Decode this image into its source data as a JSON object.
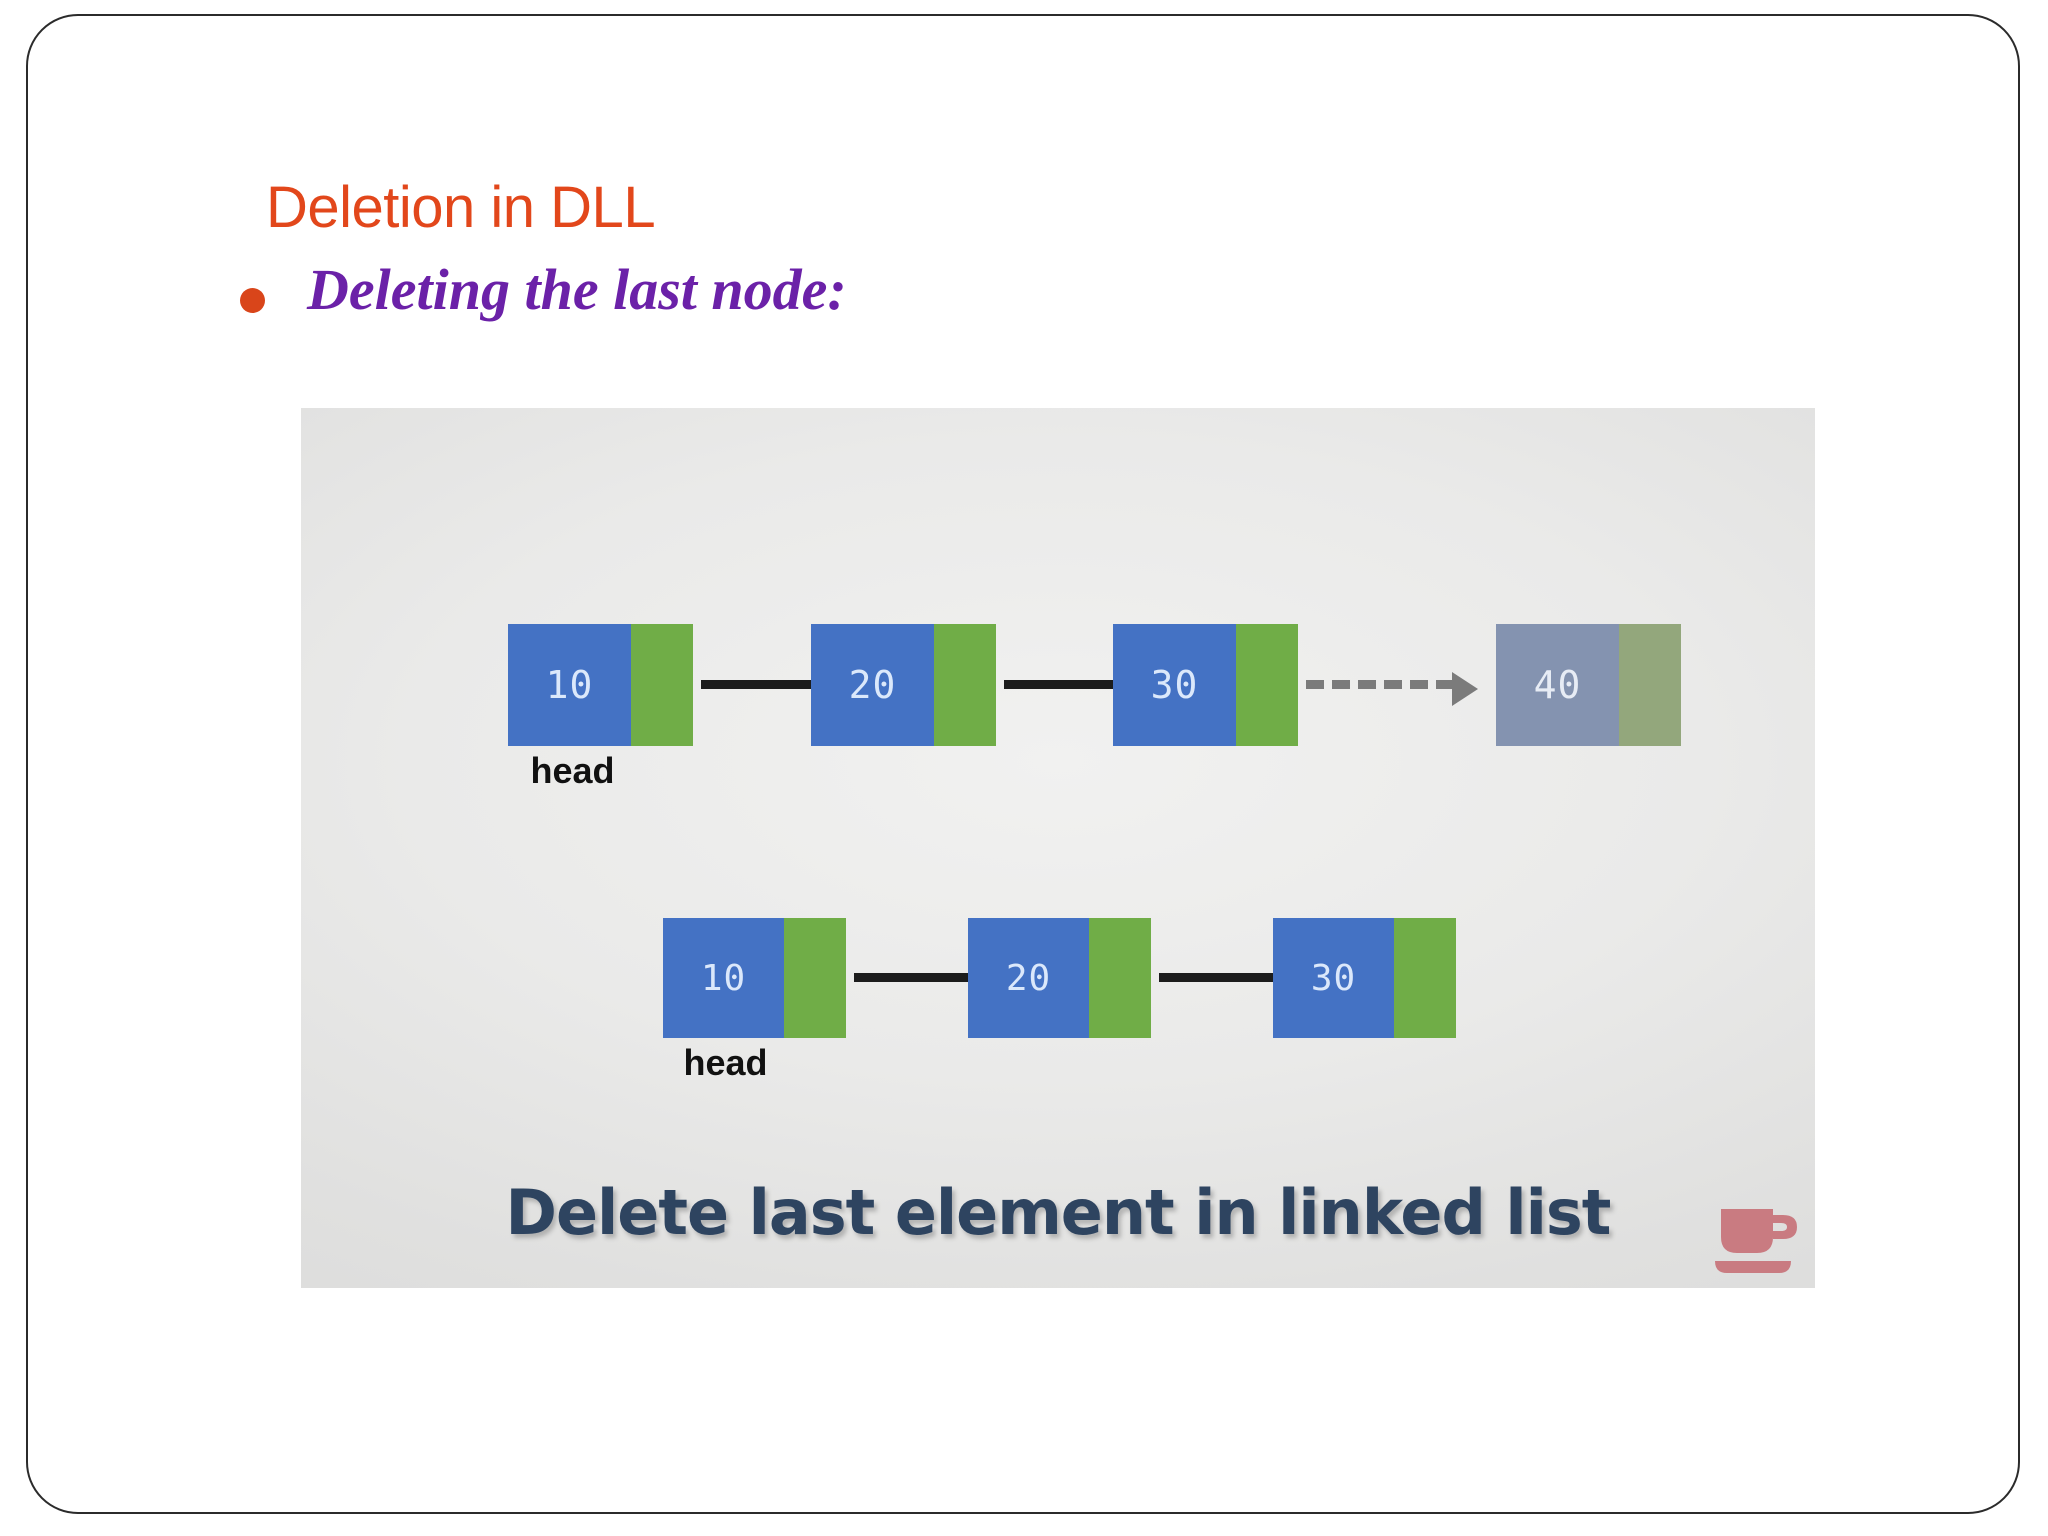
{
  "slide": {
    "title": "Deletion in DLL",
    "bullet": {
      "marker": "bullet-dot",
      "text": "Deleting the last node:"
    },
    "accent_colors": {
      "title_orange": "#E2471B",
      "bullet_purple": "#6B21A8",
      "bullet_marker": "#D9451A",
      "node_data_blue": "#4472C4",
      "node_pointer_green": "#70AD47",
      "node_faded_blue": "#8493B0",
      "node_faded_green": "#93A77C",
      "caption_navy": "#2E4460",
      "cup_pink": "#C97B81"
    }
  },
  "picture": {
    "caption": "Delete last element in linked list",
    "logo_icon": "coffee-cup-icon",
    "rows": [
      {
        "id": "before",
        "head_label": "head",
        "nodes": [
          {
            "value": "10",
            "state": "active"
          },
          {
            "value": "20",
            "state": "active"
          },
          {
            "value": "30",
            "state": "active"
          },
          {
            "value": "40",
            "state": "deleted"
          }
        ],
        "links": [
          {
            "from": "10",
            "to": "20",
            "style": "solid"
          },
          {
            "from": "20",
            "to": "30",
            "style": "solid"
          },
          {
            "from": "30",
            "to": "40",
            "style": "dashed"
          }
        ]
      },
      {
        "id": "after",
        "head_label": "head",
        "nodes": [
          {
            "value": "10",
            "state": "active"
          },
          {
            "value": "20",
            "state": "active"
          },
          {
            "value": "30",
            "state": "active"
          }
        ],
        "links": [
          {
            "from": "10",
            "to": "20",
            "style": "solid"
          },
          {
            "from": "20",
            "to": "30",
            "style": "solid"
          }
        ]
      }
    ]
  }
}
